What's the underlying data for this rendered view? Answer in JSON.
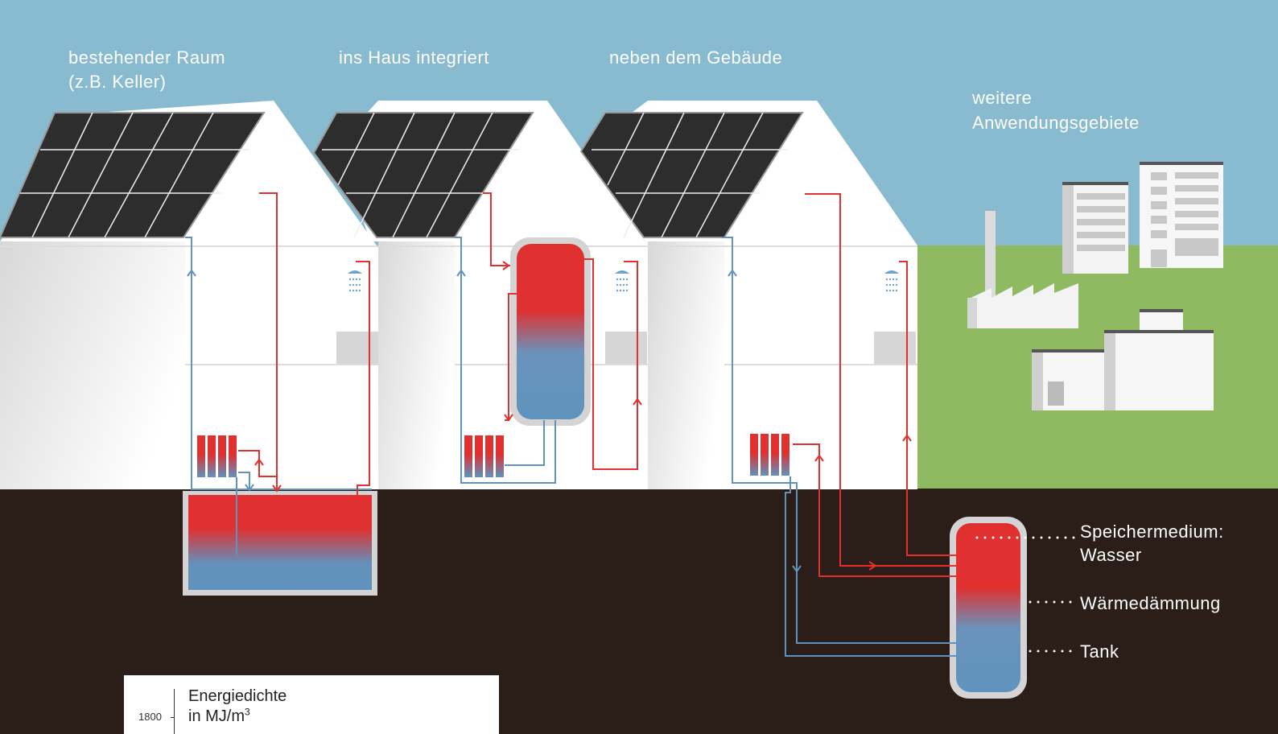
{
  "labels": {
    "house1_line1": "bestehender Raum",
    "house1_line2": "(z.B. Keller)",
    "house2": "ins Haus integriert",
    "house3": "neben dem Gebäude",
    "other_line1": "weitere",
    "other_line2": "Anwendungsgebiete",
    "medium_line1": "Speichermedium:",
    "medium_line2": "Wasser",
    "insulation": "Wärmedämmung",
    "tank": "Tank"
  },
  "legend": {
    "title_line1": "Energiedichte",
    "title_line2_prefix": "in MJ/m",
    "title_line2_sup": "3",
    "tick_value": "1800"
  },
  "colors": {
    "sky": "#89bbd0",
    "grass": "#8fba62",
    "ground": "#2b1d18",
    "hot": "#e03030",
    "cold": "#5f93bd",
    "panel": "#2d2d2d",
    "wall": "#ffffff"
  },
  "icons": [
    "solar-panel-icon",
    "radiator-icon",
    "shower-icon",
    "storage-tank-icon",
    "factory-icon",
    "office-building-icon"
  ]
}
